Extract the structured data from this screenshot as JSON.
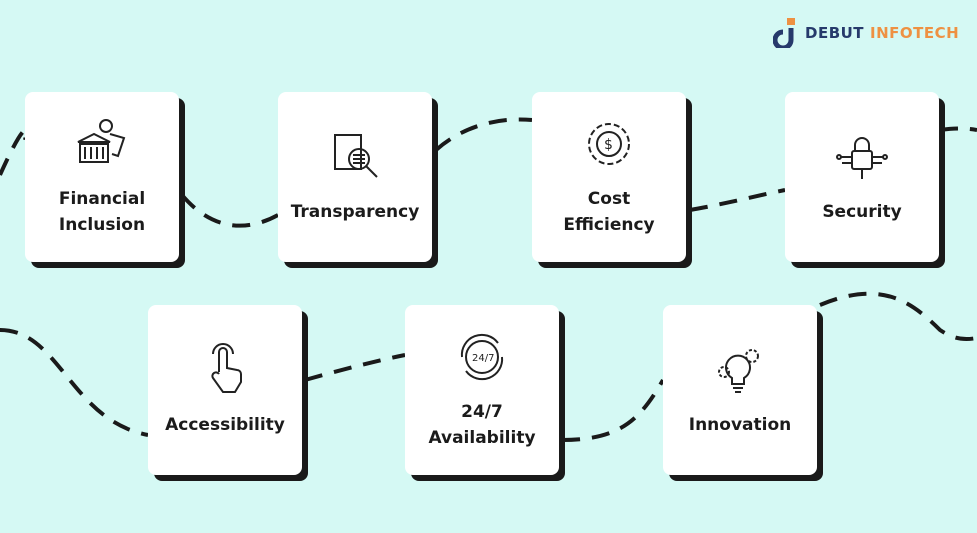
{
  "brand": {
    "name_part1": "DEBUT",
    "name_part2": "INFOTECH",
    "colors": {
      "navy": "#263a6b",
      "orange": "#ee9142"
    }
  },
  "cards": [
    {
      "label": "Financial Inclusion",
      "icon": "bank-money-icon"
    },
    {
      "label": "Transparency",
      "icon": "document-magnifier-icon"
    },
    {
      "label": "Cost Efficiency",
      "icon": "gear-dollar-icon"
    },
    {
      "label": "Security",
      "icon": "circuit-lock-icon"
    },
    {
      "label": "Accessibility",
      "icon": "tap-hand-icon"
    },
    {
      "label": "24/7 Availability",
      "icon": "clock-24-7-icon"
    },
    {
      "label": "Innovation",
      "icon": "lightbulb-gears-icon"
    }
  ]
}
